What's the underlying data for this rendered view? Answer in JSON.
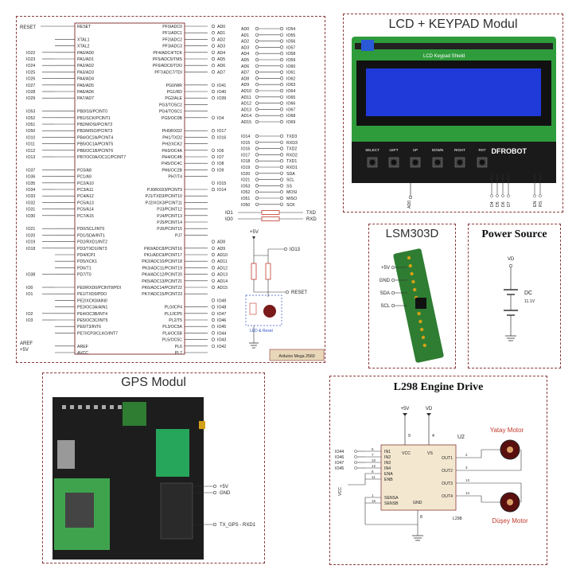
{
  "arduino": {
    "board_label": "Arduino Mega 2560",
    "reset_label": "RESET",
    "aref_label": "AREF",
    "vcc_label": "+5V",
    "left_pins": [
      "RESET",
      "",
      "XTAL1",
      "XTAL2",
      "PA0/AD0",
      "PA1/AD1",
      "PA2/AD2",
      "PA3/AD3",
      "PA4/AD4",
      "PA5/AD5",
      "PA6/AD6",
      "PA7/AD7",
      "",
      "PB0/SS/PCINT0",
      "PB1/SCK/PCINT1",
      "PB2/MOSI/PCINT2",
      "PB3/MISO/PCINT3",
      "PB4/OC2A/PCINT4",
      "PB5/OC1A/PCINT5",
      "PB6/OC1B/PCINT6",
      "PB7/OC0A/OC1C/PCINT7",
      "",
      "PC0/A8",
      "PC1/A9",
      "PC2/A10",
      "PC3/A11",
      "PC4/A12",
      "PC5/A13",
      "PC6/A14",
      "PC7/A15",
      "",
      "PD0/SCL/INT0",
      "PD1/SDA/INT1",
      "PD2/RXD1/INT2",
      "PD3/TXD1/INT3",
      "PD4/ICP1",
      "PD5/XCK1",
      "PD6/T1",
      "PD7/T0",
      "",
      "PE0/RXD0/PCINT8/PDI",
      "PE1/TXD0/PDO",
      "PE2/XCK0/AIN0",
      "PE3/OC3A/AIN1",
      "PE4/OC3B/INT4",
      "PE5/OC3C/INT5",
      "PE6/T3/INT6",
      "PE7/ICP3/CLKO/INT7",
      "",
      "AREF",
      "AVCC"
    ],
    "left_io": [
      "",
      "",
      "",
      "",
      "IO22",
      "IO23",
      "IO24",
      "IO25",
      "IO26",
      "IO27",
      "IO28",
      "IO29",
      "",
      "IO53",
      "IO52",
      "IO51",
      "IO50",
      "IO10",
      "IO11",
      "IO12",
      "IO13",
      "",
      "IO37",
      "IO36",
      "IO35",
      "IO34",
      "IO33",
      "IO32",
      "IO31",
      "IO30",
      "",
      "IO21",
      "IO20",
      "IO19",
      "IO18",
      "",
      "",
      "",
      "IO38",
      "",
      "IO0",
      "IO1",
      "",
      "",
      "IO2",
      "IO3",
      "",
      "",
      ""
    ],
    "right_pins": [
      "PF0/ADC0",
      "PF1/ADC1",
      "PF2/ADC2",
      "PF3/ADC3",
      "PF4/ADC4/TCK",
      "PF5/ADC5/TMS",
      "PF6/ADC6/TDO",
      "PF7/ADC7/TDI",
      "",
      "PG0/WR",
      "PG1/RD",
      "PG2/ALE",
      "PG3/TOSC2",
      "PG4/TOSC1",
      "PG5/OC0B",
      "",
      "PH0/RXD2",
      "PH1/TXD2",
      "PH2/XCK2",
      "PH3/OC4A",
      "PH4/OC4B",
      "PH5/OC4C",
      "PH6/OC2B",
      "PH7/T4",
      "",
      "PJ0/RXD3/PCINT9",
      "PJ1/TXD3/PCINT10",
      "PJ2/XCK3/PCINT11",
      "PJ3/PCINT12",
      "PJ4/PCINT13",
      "PJ5/PCINT14",
      "PJ6/PCINT15",
      "PJ7",
      "",
      "PK0/ADC8/PCINT16",
      "PK1/ADC9/PCINT17",
      "PK2/ADC10/PCINT18",
      "PK3/ADC11/PCINT19",
      "PK4/ADC12/PCINT20",
      "PK5/ADC13/PCINT21",
      "PK6/ADC14/PCINT22",
      "PK7/ADC15/PCINT23",
      "",
      "PL0/ICP4",
      "PL1/ICP5",
      "PL2/T5",
      "PL3/OC5A",
      "PL4/OC5B",
      "PL5/OC5C",
      "PL6",
      "PL7"
    ],
    "right_io": [
      "AD0",
      "AD1",
      "AD2",
      "AD3",
      "AD4",
      "AD5",
      "AD6",
      "AD7",
      "",
      "IO41",
      "IO40",
      "IO39",
      "",
      "",
      "IO4",
      "",
      "IO17",
      "IO16",
      "",
      "IO6",
      "IO7",
      "IO8",
      "IO9",
      "",
      "IO15",
      "IO14",
      "",
      "",
      "",
      "",
      "",
      "",
      "",
      "AD8",
      "AD9",
      "AD10",
      "AD11",
      "AD12",
      "AD13",
      "AD14",
      "AD15",
      "",
      "IO49",
      "IO48",
      "IO47",
      "IO46",
      "IO45",
      "IO44",
      "IO43",
      "IO42"
    ],
    "bus_left": [
      "AD0",
      "AD1",
      "AD2",
      "AD3",
      "AD4",
      "AD5",
      "AD6",
      "AD7",
      "AD8",
      "AD9",
      "AD10",
      "AD11",
      "AD12",
      "AD13",
      "AD14",
      "AD15"
    ],
    "bus_right": [
      "IO54",
      "IO55",
      "IO56",
      "IO57",
      "IO58",
      "IO59",
      "IO60",
      "IO61",
      "IO62",
      "IO63",
      "IO64",
      "IO65",
      "IO66",
      "IO67",
      "IO68",
      "IO69"
    ],
    "serial_left": [
      "IO14",
      "IO15",
      "IO16",
      "IO17",
      "IO18",
      "IO19",
      "IO20",
      "IO21",
      "IO53",
      "IO52",
      "IO51",
      "IO50"
    ],
    "serial_right": [
      "TXD3",
      "RXD3",
      "TXD2",
      "RXD2",
      "TXD1",
      "RXD1",
      "SDA",
      "SCL",
      "SS",
      "MOSI",
      "MISO",
      "SCK"
    ],
    "uart_left": [
      "IO1",
      "IO0"
    ],
    "uart_right": [
      "TXD",
      "RXD"
    ],
    "led_supply": "+5V",
    "led_io": "IO13",
    "led_reset": "RESET",
    "led_name": "LED & Reset"
  },
  "lcd": {
    "title": "LCD + KEYPAD Modul",
    "shield_label": "LCD Keypad Shield",
    "brand": "DFROBOT",
    "buttons": [
      "SELECT",
      "LEFT",
      "UP",
      "DOWN",
      "RIGHT",
      "RST"
    ],
    "bottom_pin": "AD0",
    "data_pins": [
      "D4",
      "D5",
      "D6",
      "D7"
    ],
    "ctrl_pins": [
      "EN",
      "RS"
    ]
  },
  "lsm": {
    "title": "LSM303D",
    "pins": [
      "+5V",
      "GND",
      "SDA",
      "SCL"
    ]
  },
  "power": {
    "title": "Power Source",
    "node": "VD",
    "type": "DC",
    "voltage": "11.1V"
  },
  "gps": {
    "title": "GPS Modul",
    "pins": [
      "+5V",
      "GND"
    ],
    "tx_label": "TX_GPS - RXD1"
  },
  "l298": {
    "title": "L298 Engine Drive",
    "chip": "U2",
    "part": "L298",
    "supply_left": "+5V",
    "supply_right": "VD",
    "vcc": "VCC",
    "vs": "VS",
    "gnd": "GND",
    "inputs": [
      "IN1",
      "IN2",
      "IN3",
      "IN4",
      "ENA",
      "ENB"
    ],
    "input_io": [
      "IO44",
      "IO46",
      "IO47",
      "IO45"
    ],
    "input_nums": [
      "5",
      "7",
      "10",
      "12",
      "6",
      "11"
    ],
    "sense": [
      "SENSA",
      "SENSB"
    ],
    "sense_nums": [
      "1",
      "15"
    ],
    "outputs": [
      "OUT1",
      "OUT2",
      "OUT3",
      "OUT4"
    ],
    "output_nums": [
      "2",
      "3",
      "13",
      "14"
    ],
    "vcc_num": "9",
    "vs_num": "4",
    "gnd_num": "8",
    "vcc_side": "VCC",
    "motor_top": "Yatay Motor",
    "motor_bottom": "Düşey Motor"
  }
}
